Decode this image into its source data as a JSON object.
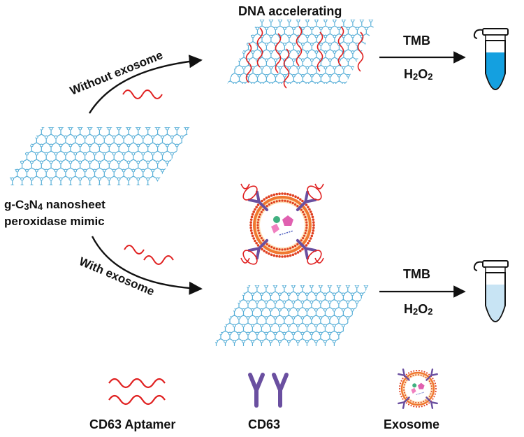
{
  "labels": {
    "dna_accelerating": "DNA accelerating",
    "without_exosome": "Without exosome",
    "with_exosome": "With exosome",
    "nanosheet_line1_pre": "g-C",
    "nanosheet_line1_sub1": "3",
    "nanosheet_line1_mid": "N",
    "nanosheet_line1_sub2": "4",
    "nanosheet_line1_post": " nanosheet",
    "nanosheet_line2": "peroxidase mimic",
    "tmb": "TMB",
    "h2o2_h": "H",
    "h2o2_sub1": "2",
    "h2o2_o": "O",
    "h2o2_sub2": "2"
  },
  "legend": {
    "aptamer": "CD63 Aptamer",
    "cd63": "CD63",
    "exosome": "Exosome"
  },
  "colors": {
    "sheet": "#5ab0d8",
    "aptamer": "#e02020",
    "antibody": "#6a4fa0",
    "membrane": "#f07830",
    "tube_blue": "#14a0e0",
    "tube_light": "#c8e4f4",
    "arrow": "#111111"
  }
}
